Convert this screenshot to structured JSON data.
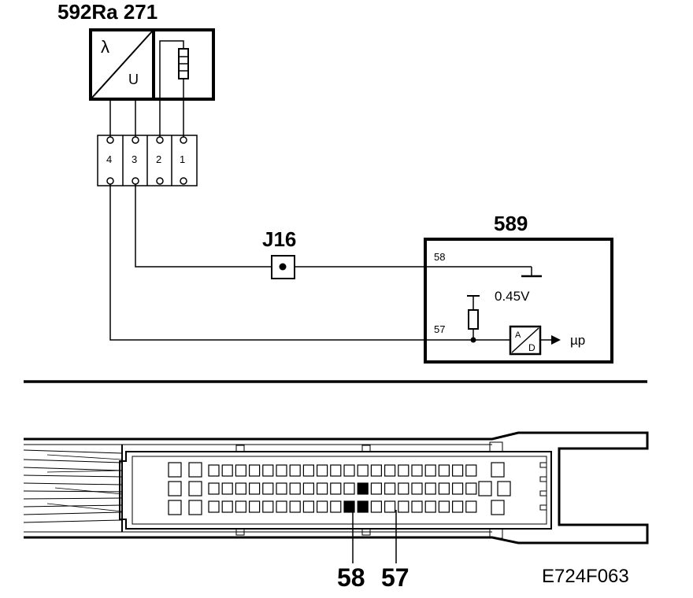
{
  "components": {
    "sensor_ids": "592Ra 271",
    "lambda_symbol": "λ",
    "voltage_symbol": "U",
    "junction": "J16",
    "ecu": "589"
  },
  "connector": {
    "pins": [
      "4",
      "3",
      "2",
      "1"
    ]
  },
  "ecu": {
    "pin_58": "58",
    "pin_57": "57",
    "reference_voltage": "0.45V",
    "ad_a": "A",
    "ad_d": "D",
    "output": "µp"
  },
  "ecu_connector": {
    "callout_58": "58",
    "callout_57": "57"
  },
  "figure_ref": "E724F063"
}
